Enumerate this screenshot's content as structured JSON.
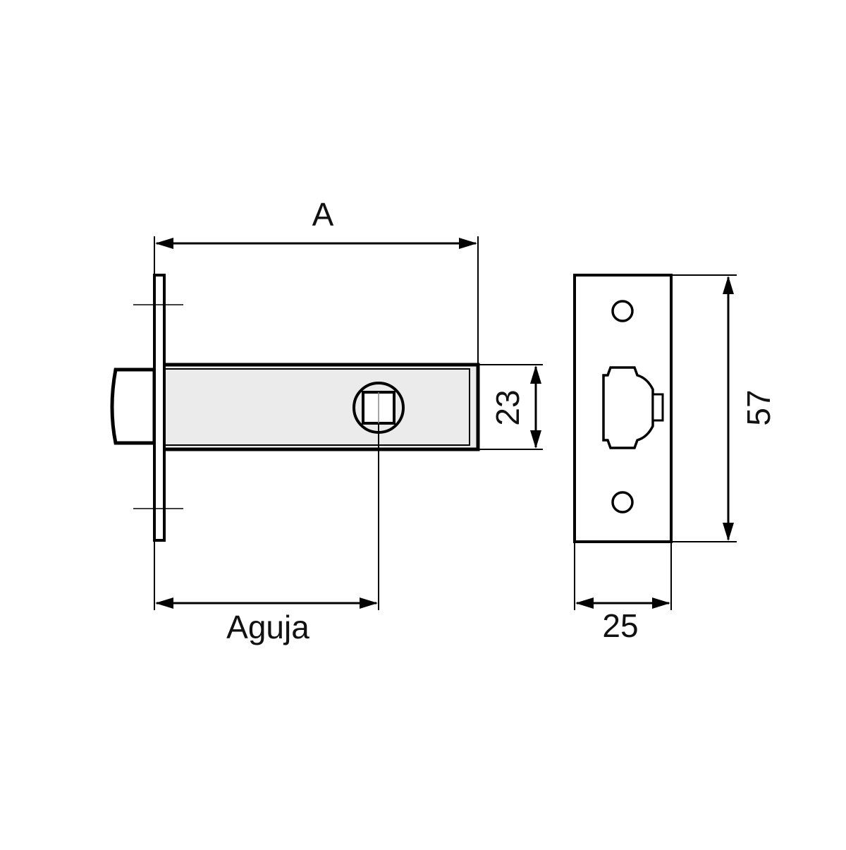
{
  "labels": {
    "backset": "A",
    "needle": "Aguja",
    "case_height": "23",
    "plate_width": "25",
    "plate_height": "57"
  },
  "colors": {
    "line": "#000000",
    "fill": "#ebebeb",
    "background": "#ffffff"
  }
}
